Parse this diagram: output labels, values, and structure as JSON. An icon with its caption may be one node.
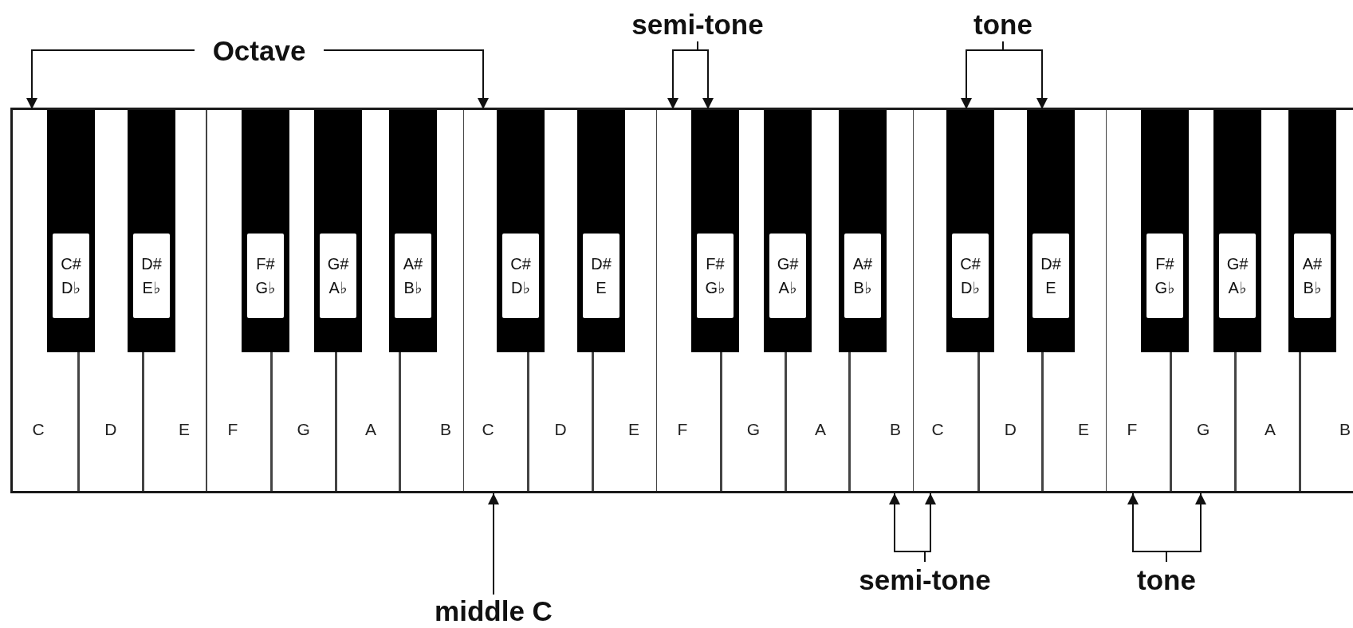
{
  "diagram": {
    "nodes": [
      {
        "text": [
          "Octave"
        ]
      },
      {
        "text": [
          "semi-tone"
        ]
      },
      {
        "text": [
          "tone"
        ]
      },
      {
        "text": [
          "C"
        ]
      },
      {
        "text": [
          "D"
        ]
      },
      {
        "text": [
          "E"
        ]
      },
      {
        "text": [
          "F"
        ]
      },
      {
        "text": [
          "G"
        ]
      },
      {
        "text": [
          "A"
        ]
      },
      {
        "text": [
          "B"
        ]
      },
      {
        "text": [
          "C"
        ]
      },
      {
        "text": [
          "D"
        ]
      },
      {
        "text": [
          "E"
        ]
      },
      {
        "text": [
          "F"
        ]
      },
      {
        "text": [
          "G"
        ]
      },
      {
        "text": [
          "A"
        ]
      },
      {
        "text": [
          "B"
        ]
      },
      {
        "text": [
          "C"
        ]
      },
      {
        "text": [
          "D"
        ]
      },
      {
        "text": [
          "E"
        ]
      },
      {
        "text": [
          "F"
        ]
      },
      {
        "text": [
          "G"
        ]
      },
      {
        "text": [
          "A"
        ]
      },
      {
        "text": [
          "B"
        ]
      },
      {
        "text": [
          "C#",
          "D♭"
        ]
      },
      {
        "text": [
          "D#",
          "E♭"
        ]
      },
      {
        "text": [
          "F#",
          "G♭"
        ]
      },
      {
        "text": [
          "G#",
          "A♭"
        ]
      },
      {
        "text": [
          "A#",
          "B♭"
        ]
      },
      {
        "text": [
          "C#",
          "D♭"
        ]
      },
      {
        "text": [
          "D#",
          "E"
        ]
      },
      {
        "text": [
          "F#",
          "G♭"
        ]
      },
      {
        "text": [
          "G#",
          "A♭"
        ]
      },
      {
        "text": [
          "A#",
          "B♭"
        ]
      },
      {
        "text": [
          "C#",
          "D♭"
        ]
      },
      {
        "text": [
          "D#",
          "E"
        ]
      },
      {
        "text": [
          "F#",
          "G♭"
        ]
      },
      {
        "text": [
          "G#",
          "A♭"
        ]
      },
      {
        "text": [
          "A#",
          "B♭"
        ]
      },
      {
        "text": [
          "middle C"
        ]
      },
      {
        "text": [
          "semi-tone"
        ]
      },
      {
        "text": [
          "tone"
        ]
      }
    ],
    "edges": [
      {
        "from": 0,
        "to": 3,
        "arrow": "to"
      },
      {
        "from": 0,
        "to": 10,
        "arrow": "to"
      },
      {
        "from": 1,
        "to": 13,
        "arrow": "to"
      },
      {
        "from": 1,
        "to": 31,
        "arrow": "to"
      },
      {
        "from": 2,
        "to": 34,
        "arrow": "to"
      },
      {
        "from": 2,
        "to": 35,
        "arrow": "to"
      },
      {
        "from": 39,
        "to": 10,
        "arrow": "to"
      },
      {
        "from": 40,
        "to": 16,
        "arrow": "to"
      },
      {
        "from": 40,
        "to": 17,
        "arrow": "to"
      },
      {
        "from": 41,
        "to": 20,
        "arrow": "to"
      },
      {
        "from": 41,
        "to": 21,
        "arrow": "to"
      }
    ]
  }
}
